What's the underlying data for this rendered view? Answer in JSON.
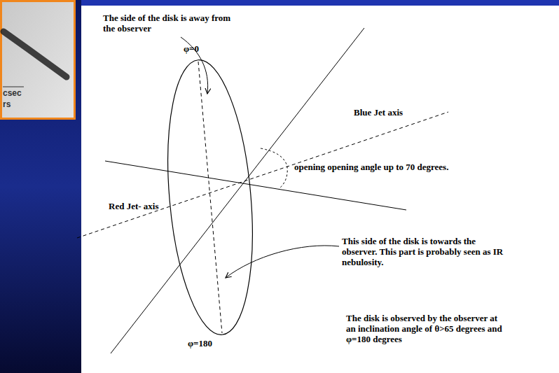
{
  "diagram": {
    "labels": [
      "csec",
      "rs",
      "The side of the disk is away from the observer",
      "φ=0",
      "Blue Jet axis",
      "opening opening angle up to 70 degrees.",
      "Red Jet- axis",
      "This side of the disk is towards the observer. This part is probably seen as IR nebulosity.",
      "φ=180",
      "The disk is observed by the observer at an inclination angle of θ>65 degrees and φ=180 degrees"
    ]
  }
}
